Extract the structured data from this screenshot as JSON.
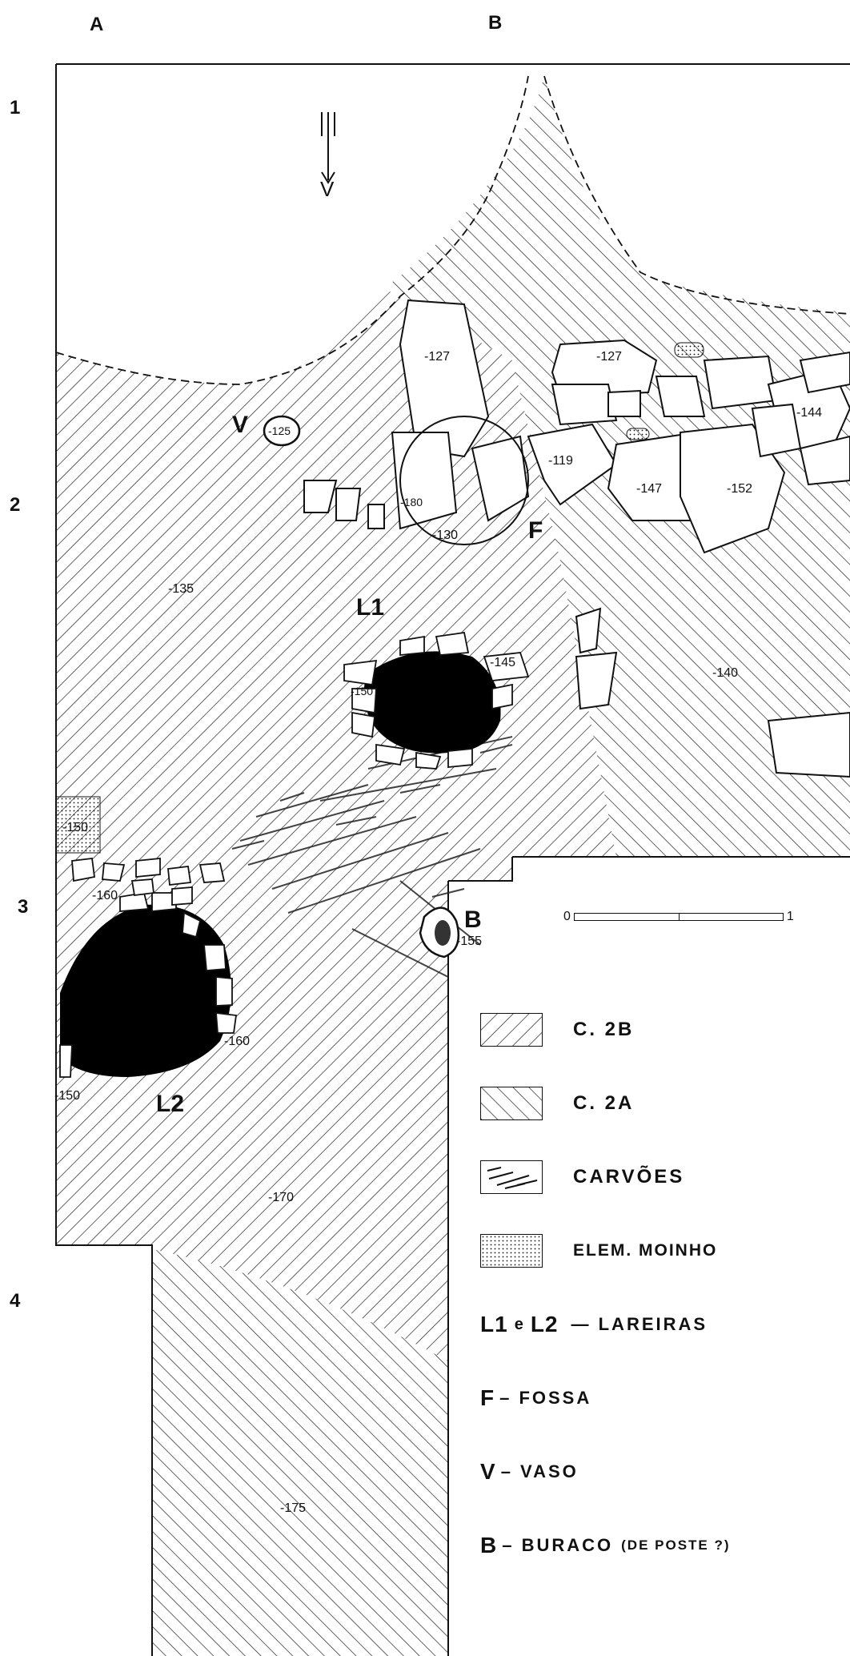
{
  "grid": {
    "columns": [
      "A",
      "B"
    ],
    "rows": [
      "1",
      "2",
      "3",
      "4"
    ]
  },
  "north_arrow": {
    "label": "V",
    "icon": "north-arrow-icon"
  },
  "elevations": [
    "-127",
    "-127",
    "-144",
    "-125",
    "-119",
    "-147",
    "-152",
    "-180",
    "-130",
    "-135",
    "-145",
    "-150",
    "-140",
    "-150",
    "-160",
    "-155",
    "-160",
    "-150",
    "-170",
    "-175"
  ],
  "features": {
    "v_marker": "V",
    "f_marker": "F",
    "b_marker": "B",
    "l1_marker": "L1",
    "l2_marker": "L2"
  },
  "scale": {
    "start": "0",
    "end": "1"
  },
  "legend": {
    "c2b": "C. 2B",
    "c2a": "C. 2A",
    "carvoes": "CARVÕES",
    "moinho": "ELEM. MOINHO",
    "lareiras_code1": "L1",
    "lareiras_e": "e",
    "lareiras_code2": "L2",
    "lareiras_label": "—  LAREIRAS",
    "fossa_code": "F",
    "fossa_label": "– FOSSA",
    "vaso_code": "V",
    "vaso_label": "– VASO",
    "buraco_code": "B",
    "buraco_label": "– BURACO",
    "buraco_note": "(DE POSTE ?)"
  },
  "colors": {
    "ink": "#111111",
    "paper": "#ffffff"
  }
}
